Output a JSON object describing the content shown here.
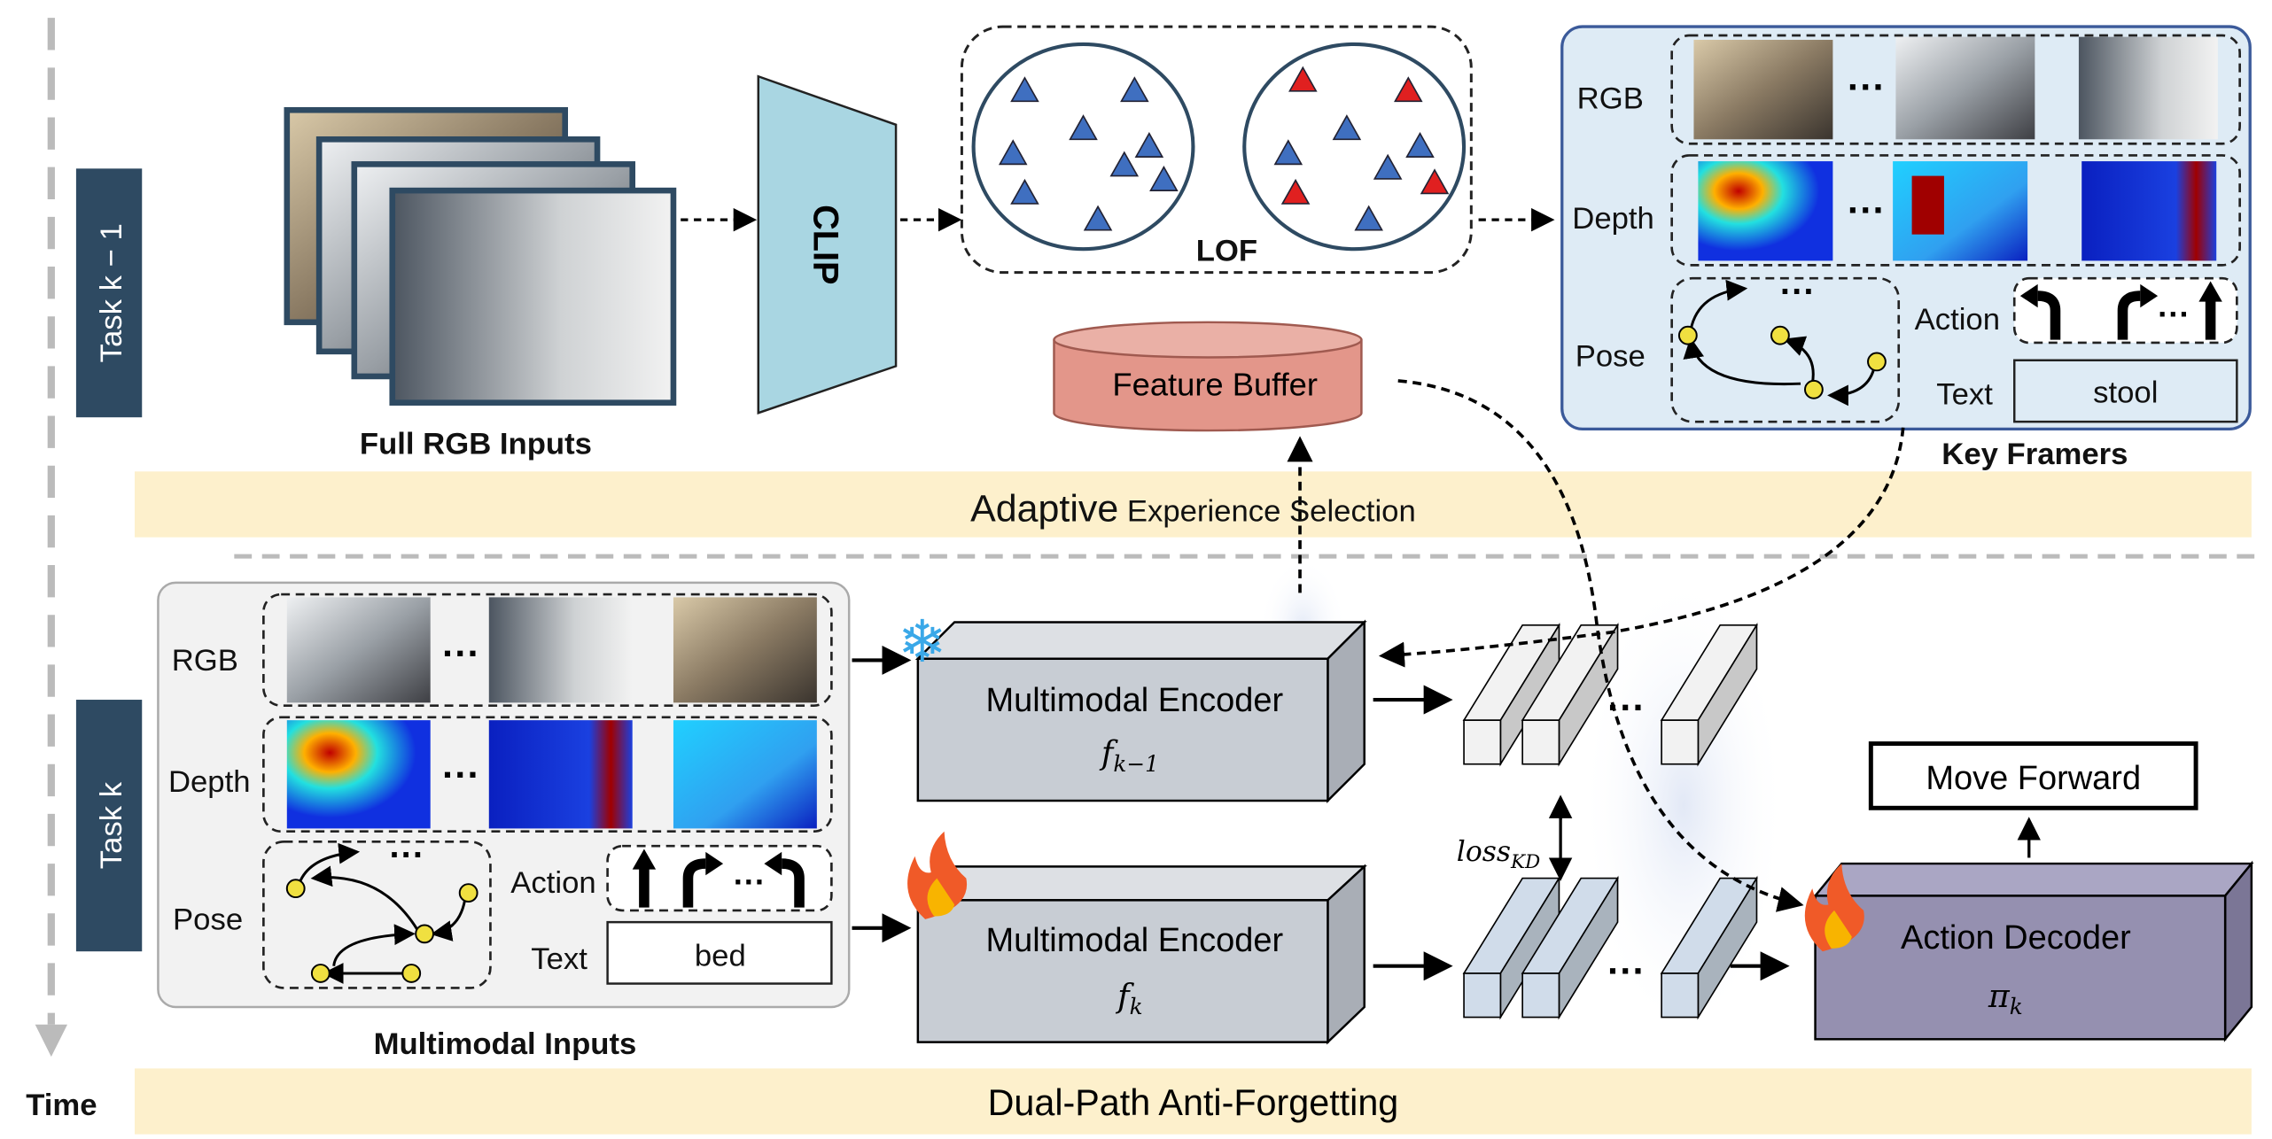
{
  "timeline": {
    "label": "Time"
  },
  "tasks": {
    "previous": "Task k − 1",
    "current": "Task k"
  },
  "top": {
    "full_rgb_label": "Full RGB Inputs",
    "clip_label": "CLIP",
    "lof_label": "LOF",
    "feature_buffer_label": "Feature Buffer",
    "key_framers_label": "Key Framers",
    "key_framers": {
      "rgb": "RGB",
      "depth": "Depth",
      "pose": "Pose",
      "action": "Action",
      "text": "Text",
      "text_value": "stool",
      "ellipsis": "···"
    },
    "band_label_large": "Adaptive",
    "band_label_small": "Experience Selection"
  },
  "bottom": {
    "multimodal_label": "Multimodal Inputs",
    "inputs": {
      "rgb": "RGB",
      "depth": "Depth",
      "pose": "Pose",
      "action": "Action",
      "text": "Text",
      "text_value": "bed",
      "ellipsis": "···"
    },
    "encoder_frozen": {
      "title": "Multimodal Encoder",
      "symbol": "f",
      "subscript": "k−1",
      "state_icon": "snowflake-icon"
    },
    "encoder_trainable": {
      "title": "Multimodal Encoder",
      "symbol": "f",
      "subscript": "k",
      "state_icon": "flame-icon"
    },
    "loss_label": "loss",
    "loss_subscript": "KD",
    "decoder": {
      "title": "Action Decoder",
      "symbol": "π",
      "subscript": "k"
    },
    "output_label": "Move Forward",
    "band_label": "Dual-Path Anti-Forgetting"
  },
  "colors": {
    "task_box": "#2e4a62",
    "band": "#fdf0cc",
    "key_framers_fill": "#deebf5",
    "feature_buffer": "#e3968a",
    "clip": "#a9d6e2",
    "encoder": "#c8cdd4",
    "decoder": "#9590b0",
    "triangle": "#3f6fc0",
    "outlier": "#e02020"
  }
}
